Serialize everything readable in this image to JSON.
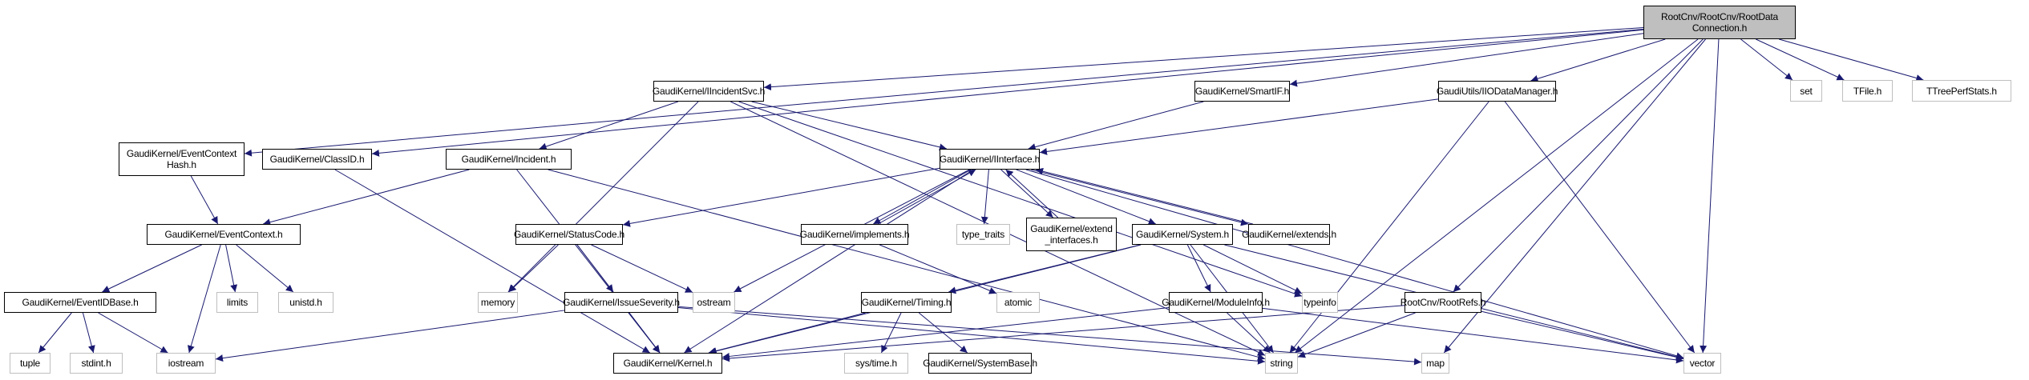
{
  "title": "RootCnv/RootCnv/RootDataConnection.h include dependency graph",
  "edge_color": "#191970",
  "nodes": {
    "root": {
      "label": "RootCnv/RootCnv/RootData\nConnection.h",
      "kind": "root"
    },
    "iincidentsvc": {
      "label": "GaudiKernel/IIncidentSvc.h",
      "kind": "internal"
    },
    "smartif": {
      "label": "GaudiKernel/SmartIF.h",
      "kind": "internal"
    },
    "iiodatamanager": {
      "label": "GaudiUtils/IIODataManager.h",
      "kind": "internal"
    },
    "set": {
      "label": "set",
      "kind": "external"
    },
    "tfile": {
      "label": "TFile.h",
      "kind": "external"
    },
    "ttreeperfstats": {
      "label": "TTreePerfStats.h",
      "kind": "external"
    },
    "eventcontexthash": {
      "label": "GaudiKernel/EventContext\nHash.h",
      "kind": "internal"
    },
    "classid": {
      "label": "GaudiKernel/ClassID.h",
      "kind": "internal"
    },
    "incident": {
      "label": "GaudiKernel/Incident.h",
      "kind": "internal"
    },
    "iinterface": {
      "label": "GaudiKernel/IInterface.h",
      "kind": "internal"
    },
    "eventcontext": {
      "label": "GaudiKernel/EventContext.h",
      "kind": "internal"
    },
    "statuscode": {
      "label": "GaudiKernel/StatusCode.h",
      "kind": "internal"
    },
    "implements": {
      "label": "GaudiKernel/implements.h",
      "kind": "internal"
    },
    "type_traits": {
      "label": "type_traits",
      "kind": "external"
    },
    "extend_interfaces": {
      "label": "GaudiKernel/extend\n_interfaces.h",
      "kind": "internal"
    },
    "system": {
      "label": "GaudiKernel/System.h",
      "kind": "internal"
    },
    "extends": {
      "label": "GaudiKernel/extends.h",
      "kind": "internal"
    },
    "eventidbase": {
      "label": "GaudiKernel/EventIDBase.h",
      "kind": "internal"
    },
    "limits": {
      "label": "limits",
      "kind": "external"
    },
    "unistd": {
      "label": "unistd.h",
      "kind": "external"
    },
    "memory": {
      "label": "memory",
      "kind": "external"
    },
    "issueseverity": {
      "label": "GaudiKernel/IssueSeverity.h",
      "kind": "internal"
    },
    "ostream": {
      "label": "ostream",
      "kind": "external"
    },
    "timing": {
      "label": "GaudiKernel/Timing.h",
      "kind": "internal"
    },
    "atomic": {
      "label": "atomic",
      "kind": "external"
    },
    "moduleinfo": {
      "label": "GaudiKernel/ModuleInfo.h",
      "kind": "internal"
    },
    "typeinfo": {
      "label": "typeinfo",
      "kind": "external"
    },
    "rootrefs": {
      "label": "RootCnv/RootRefs.h",
      "kind": "internal"
    },
    "tuple": {
      "label": "tuple",
      "kind": "external"
    },
    "stdint": {
      "label": "stdint.h",
      "kind": "external"
    },
    "iostream": {
      "label": "iostream",
      "kind": "external"
    },
    "kernel": {
      "label": "GaudiKernel/Kernel.h",
      "kind": "internal"
    },
    "systime": {
      "label": "sys/time.h",
      "kind": "external"
    },
    "systembase": {
      "label": "GaudiKernel/SystemBase.h",
      "kind": "internal"
    },
    "string": {
      "label": "string",
      "kind": "external"
    },
    "map": {
      "label": "map",
      "kind": "external"
    },
    "vector": {
      "label": "vector",
      "kind": "external"
    }
  },
  "edges": [
    [
      "root",
      "iincidentsvc"
    ],
    [
      "root",
      "classid"
    ],
    [
      "root",
      "eventcontexthash"
    ],
    [
      "root",
      "smartif"
    ],
    [
      "root",
      "iiodatamanager"
    ],
    [
      "root",
      "set"
    ],
    [
      "root",
      "tfile"
    ],
    [
      "root",
      "ttreeperfstats"
    ],
    [
      "root",
      "string"
    ],
    [
      "root",
      "vector"
    ],
    [
      "root",
      "map"
    ],
    [
      "root",
      "rootrefs"
    ],
    [
      "iincidentsvc",
      "incident"
    ],
    [
      "iincidentsvc",
      "iinterface"
    ],
    [
      "iincidentsvc",
      "memory"
    ],
    [
      "iincidentsvc",
      "string"
    ],
    [
      "iincidentsvc",
      "typeinfo"
    ],
    [
      "smartif",
      "iinterface"
    ],
    [
      "iiodatamanager",
      "iinterface"
    ],
    [
      "iiodatamanager",
      "string"
    ],
    [
      "iiodatamanager",
      "vector"
    ],
    [
      "eventcontexthash",
      "eventcontext"
    ],
    [
      "classid",
      "kernel"
    ],
    [
      "incident",
      "eventcontext"
    ],
    [
      "incident",
      "kernel"
    ],
    [
      "incident",
      "string"
    ],
    [
      "iinterface",
      "statuscode"
    ],
    [
      "iinterface",
      "implements"
    ],
    [
      "iinterface",
      "type_traits"
    ],
    [
      "iinterface",
      "extend_interfaces"
    ],
    [
      "iinterface",
      "system"
    ],
    [
      "iinterface",
      "extends"
    ],
    [
      "iinterface",
      "ostream"
    ],
    [
      "iinterface",
      "kernel"
    ],
    [
      "iinterface",
      "vector"
    ],
    [
      "implements",
      "iinterface"
    ],
    [
      "extend_interfaces",
      "iinterface"
    ],
    [
      "extends",
      "iinterface"
    ],
    [
      "implements",
      "atomic"
    ],
    [
      "eventcontext",
      "eventidbase"
    ],
    [
      "eventcontext",
      "iostream"
    ],
    [
      "eventcontext",
      "limits"
    ],
    [
      "eventcontext",
      "unistd"
    ],
    [
      "eventidbase",
      "tuple"
    ],
    [
      "eventidbase",
      "stdint"
    ],
    [
      "eventidbase",
      "iostream"
    ],
    [
      "statuscode",
      "memory"
    ],
    [
      "statuscode",
      "issueseverity"
    ],
    [
      "statuscode",
      "ostream"
    ],
    [
      "statuscode",
      "kernel"
    ],
    [
      "issueseverity",
      "kernel"
    ],
    [
      "issueseverity",
      "iostream"
    ],
    [
      "issueseverity",
      "string"
    ],
    [
      "issueseverity",
      "map"
    ],
    [
      "system",
      "timing"
    ],
    [
      "system",
      "moduleinfo"
    ],
    [
      "system",
      "typeinfo"
    ],
    [
      "system",
      "kernel"
    ],
    [
      "system",
      "string"
    ],
    [
      "system",
      "vector"
    ],
    [
      "timing",
      "kernel"
    ],
    [
      "timing",
      "systime"
    ],
    [
      "timing",
      "systembase"
    ],
    [
      "moduleinfo",
      "kernel"
    ],
    [
      "moduleinfo",
      "string"
    ],
    [
      "moduleinfo",
      "vector"
    ],
    [
      "rootrefs",
      "kernel"
    ],
    [
      "rootrefs",
      "string"
    ],
    [
      "rootrefs",
      "vector"
    ]
  ]
}
